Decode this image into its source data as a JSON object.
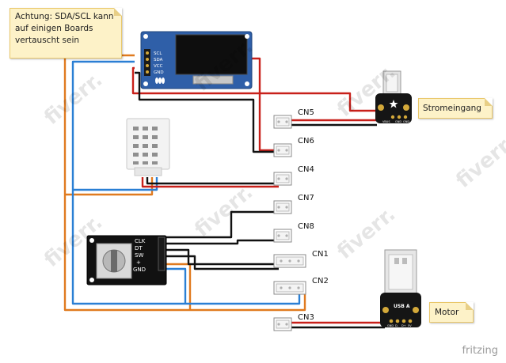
{
  "notes": {
    "warning": "Achtung: SDA/SCL kann auf einigen Boards vertauscht sein",
    "power_input": "Stromeingang",
    "motor": "Motor"
  },
  "oled": {
    "pins": [
      "SCL",
      "SDA",
      "VCC",
      "GND"
    ]
  },
  "encoder": {
    "pins": [
      "CLK",
      "DT",
      "SW",
      "+",
      "GND"
    ]
  },
  "usb_c_board": {
    "pins": [
      "VBUS",
      "GND",
      "GND"
    ]
  },
  "usb_a_board": {
    "label": "USB A",
    "pins": [
      "GND",
      "D-",
      "D+",
      "5V"
    ]
  },
  "connectors": [
    "CN5",
    "CN6",
    "CN4",
    "CN7",
    "CN8",
    "CN1",
    "CN2",
    "CN3"
  ],
  "brand": "fritzing",
  "watermark": "fiverr.",
  "colors": {
    "wire_red": "#c8201a",
    "wire_black": "#111111",
    "wire_blue": "#2a7fd4",
    "wire_orange": "#e07a1f",
    "oled_board": "#2f5fa8",
    "note_bg": "#fdf2c8"
  }
}
